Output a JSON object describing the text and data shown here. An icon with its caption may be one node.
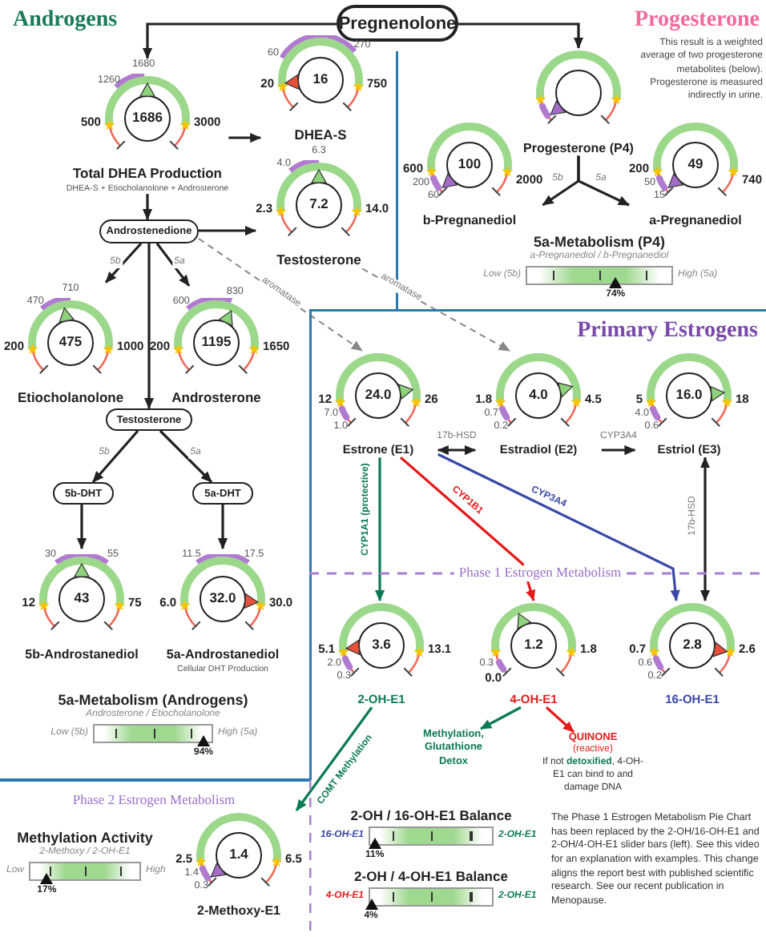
{
  "diagram": {
    "nodes": [
      {
        "text": [
          "Pregnenolone"
        ]
      },
      {
        "text": [
          "Androgens"
        ]
      },
      {
        "text": [
          "1260",
          "1680",
          "500",
          "1686",
          "3000",
          "Total DHEA Production",
          "DHEA-S + Etiocholanolone + Androsterone"
        ],
        "in": 1
      },
      {
        "text": [
          "60",
          "270",
          "20",
          "16",
          "750",
          "DHEA-S"
        ],
        "in": 1
      },
      {
        "text": [
          "4.0",
          "6.3",
          "2.3",
          "7.2",
          "14.0",
          "Testosterone"
        ],
        "in": 1
      },
      {
        "text": [
          "Androstenedione"
        ],
        "in": 1
      },
      {
        "text": [
          "470",
          "710",
          "200",
          "475",
          "1000",
          "Etiocholanolone"
        ],
        "in": 1
      },
      {
        "text": [
          "600",
          "830",
          "200",
          "1195",
          "1650",
          "Androsterone"
        ],
        "in": 1
      },
      {
        "text": [
          "Testosterone"
        ],
        "in": 1
      },
      {
        "text": [
          "5b-DHT"
        ],
        "in": 1
      },
      {
        "text": [
          "5a-DHT"
        ],
        "in": 1
      },
      {
        "text": [
          "30",
          "55",
          "12",
          "43",
          "75",
          "5b-Androstanediol"
        ],
        "in": 1
      },
      {
        "text": [
          "11.5",
          "17.5",
          "6.0",
          "32.0",
          "30.0",
          "5a-Androstanediol",
          "Cellular DHT Production"
        ],
        "in": 1
      },
      {
        "text": [
          "5a-Metabolism (Androgens)",
          "Androsterone / Etiocholanolone",
          "Low (5b)",
          "High (5a)",
          "94%"
        ],
        "in": 1
      },
      {
        "text": [
          "Progesterone",
          "This result is a weighted average of two progesterone metabolites (below). Progesterone is measured indirectly in urine."
        ]
      },
      {
        "text": [
          "Progesterone (P4)"
        ],
        "in": 14
      },
      {
        "text": [
          "600",
          "100",
          "2000",
          "200",
          "60",
          "b-Pregnanediol"
        ],
        "in": 14
      },
      {
        "text": [
          "200",
          "49",
          "740",
          "50",
          "15",
          "a-Pregnanediol"
        ],
        "in": 14
      },
      {
        "text": [
          "5a-Metabolism (P4)",
          "a-Pregnanediol / b-Pregnanediol",
          "Low (5b)",
          "High (5a)",
          "74%"
        ],
        "in": 14
      },
      {
        "text": [
          "Primary Estrogens"
        ]
      },
      {
        "text": [
          "12",
          "24.0",
          "26",
          "7.0",
          "1.0",
          "Estrone (E1)"
        ],
        "in": 19
      },
      {
        "text": [
          "1.8",
          "4.0",
          "4.5",
          "0.7",
          "0.2",
          "Estradiol (E2)"
        ],
        "in": 19
      },
      {
        "text": [
          "5",
          "16.0",
          "18",
          "4.0",
          "0.6",
          "Estriol (E3)"
        ],
        "in": 19
      },
      {
        "text": [
          "5.1",
          "3.6",
          "13.1",
          "2.0",
          "0.3",
          "2-OH-E1"
        ],
        "in": 19
      },
      {
        "text": [
          "1.2",
          "1.8",
          "0.3",
          "0.0",
          "4-OH-E1"
        ],
        "in": 19
      },
      {
        "text": [
          "0.7",
          "2.8",
          "2.6",
          "0.6",
          "0.2",
          "16-OH-E1"
        ],
        "in": 19
      },
      {
        "text": [
          "Methylation, Glutathione Detox"
        ],
        "in": 19
      },
      {
        "text": [
          "QUINONE",
          "(reactive)",
          "If not **detoxified**, 4-OH-E1 can bind to and damage DNA"
        ],
        "in": 19
      },
      {
        "text": [
          "2-OH / 16-OH-E1 Balance",
          "16-OH-E1",
          "2-OH-E1",
          "11%"
        ],
        "in": 19
      },
      {
        "text": [
          "2-OH / 4-OH-E1 Balance",
          "4-OH-E1",
          "2-OH-E1",
          "4%"
        ],
        "in": 19
      },
      {
        "text": [
          "Methylation Activity",
          "2-Methoxy / 2-OH-E1",
          "Low",
          "High",
          "17%"
        ]
      },
      {
        "text": [
          "2.5",
          "1.4",
          "6.5",
          "1.4",
          "0.3",
          "2-Methoxy-E1"
        ]
      }
    ],
    "edges": [
      {
        "from": 0,
        "to": 2,
        "arrow": "to"
      },
      {
        "from": 0,
        "to": 15,
        "arrow": "to"
      },
      {
        "from": 2,
        "to": 3,
        "arrow": "to"
      },
      {
        "from": 2,
        "to": 5,
        "arrow": "to"
      },
      {
        "from": 5,
        "to": 4,
        "arrow": "to"
      },
      {
        "from": 5,
        "to": 6,
        "arrow": "to",
        "label": "5b"
      },
      {
        "from": 5,
        "to": 7,
        "arrow": "to",
        "label": "5a"
      },
      {
        "from": 5,
        "to": 8,
        "arrow": "to"
      },
      {
        "from": 8,
        "to": 9,
        "arrow": "to",
        "label": "5b"
      },
      {
        "from": 8,
        "to": 10,
        "arrow": "to",
        "label": "5a"
      },
      {
        "from": 9,
        "to": 11,
        "arrow": "to"
      },
      {
        "from": 10,
        "to": 12,
        "arrow": "to"
      },
      {
        "from": 5,
        "to": 20,
        "arrow": "to",
        "label": "aromatase",
        "style": "dashed",
        "color": "#888888"
      },
      {
        "from": 4,
        "to": 21,
        "arrow": "to",
        "label": "aromatase",
        "style": "dashed",
        "color": "#888888"
      },
      {
        "from": 15,
        "to": 16,
        "arrow": "to",
        "label": "5b"
      },
      {
        "from": 15,
        "to": 17,
        "arrow": "to",
        "label": "5a"
      },
      {
        "from": 20,
        "to": 21,
        "arrow": "both",
        "label": "17b-HSD"
      },
      {
        "from": 21,
        "to": 22,
        "arrow": "to",
        "label": "CYP3A4"
      },
      {
        "from": 22,
        "to": 25,
        "arrow": "both",
        "label": "17b-HSD"
      },
      {
        "from": 20,
        "to": 23,
        "arrow": "to",
        "label": "CYP1A1 (protective)",
        "color": "#0b7a55"
      },
      {
        "from": 20,
        "to": 24,
        "arrow": "to",
        "label": "CYP1B1",
        "color": "#e41b1b"
      },
      {
        "from": 20,
        "to": 25,
        "arrow": "to",
        "label": "CYP3A4",
        "color": "#3a48a8"
      },
      {
        "from": 24,
        "to": 26,
        "arrow": "to",
        "color": "#0b7a55"
      },
      {
        "from": 24,
        "to": 27,
        "arrow": "to",
        "color": "#e41b1b"
      },
      {
        "from": 23,
        "to": 31,
        "arrow": "to",
        "label": "COMT Methylation",
        "color": "#0b7a55"
      }
    ],
    "labels": [
      "Phase 1 Estrogen Metabolism",
      "Phase 2 Estrogen Metabolism",
      "The Phase 1 Estrogen Metabolism Pie Chart has been replaced by the 2-OH/16-OH-E1 and 2-OH/4-OH-E1 slider bars (left). See this video for an explanation with examples. This change aligns the report best with published scientific research. See our recent publication in Menopause."
    ]
  }
}
